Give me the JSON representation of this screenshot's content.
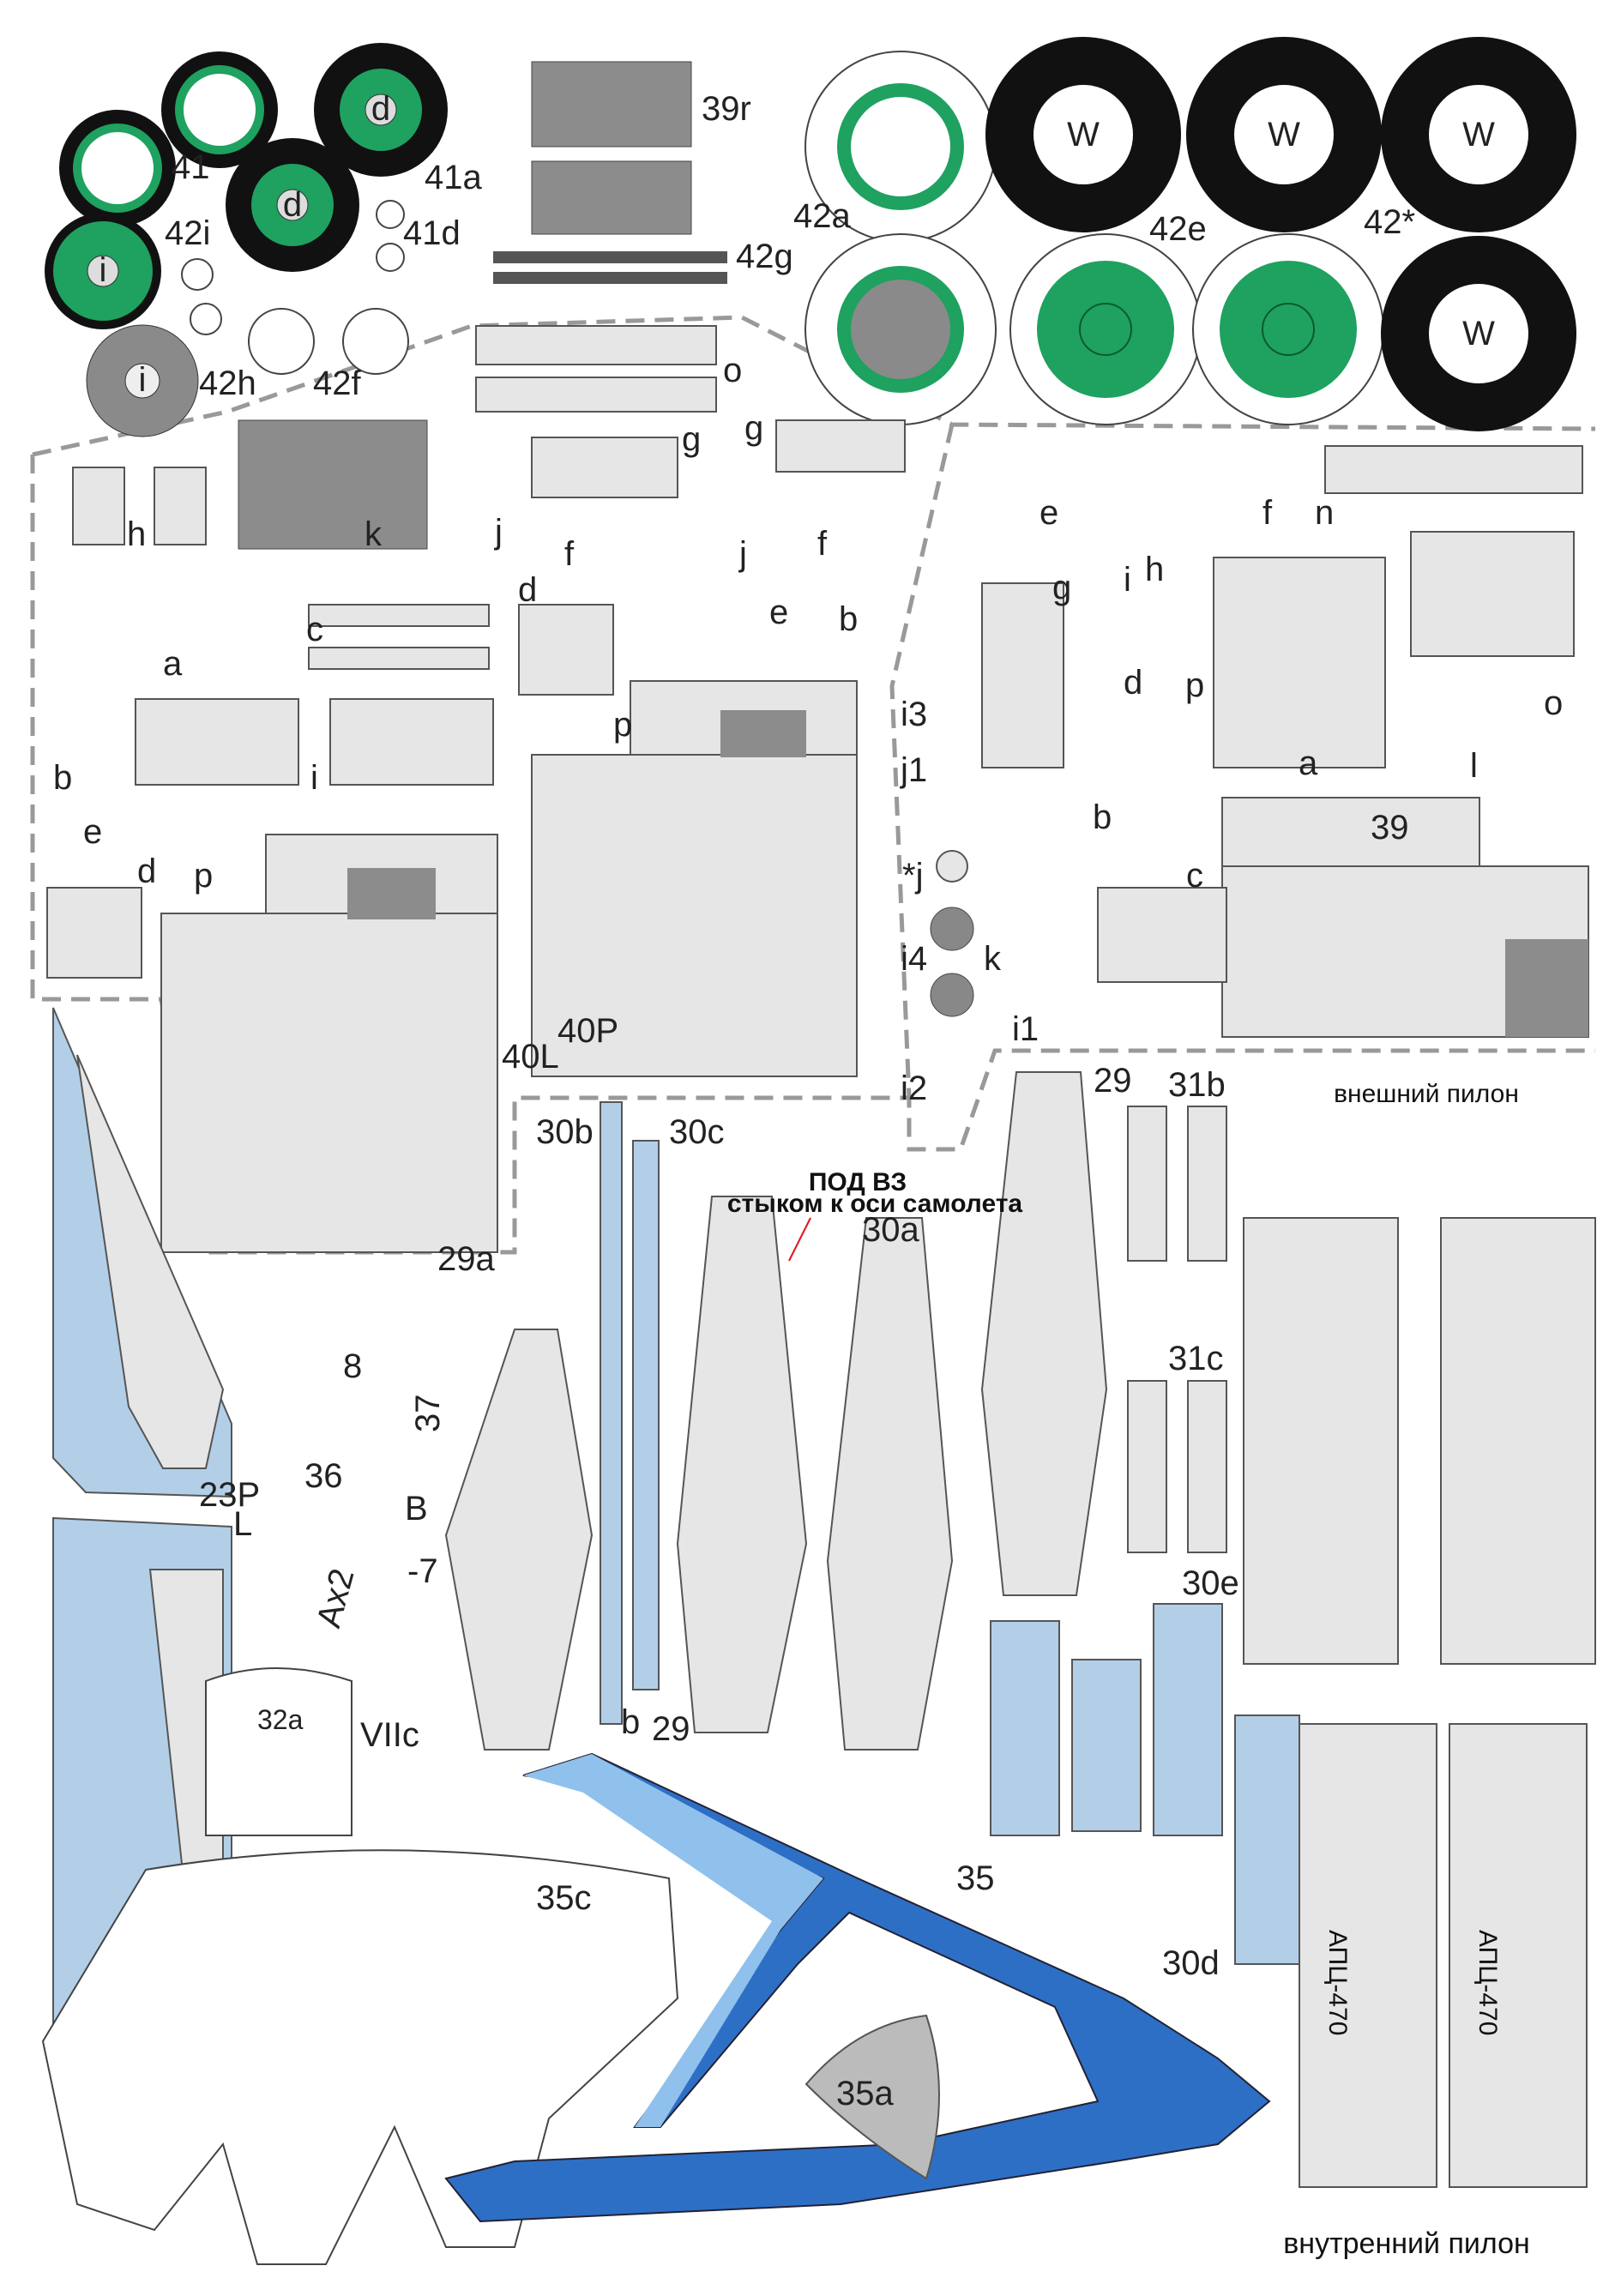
{
  "sheet": {
    "wheels_small": [
      "41",
      "41a",
      "42i",
      "41d",
      "42h",
      "42f",
      "d",
      "d",
      "i",
      "i"
    ],
    "wheels_large": {
      "label_a": "42a",
      "label_e": "42e",
      "label_star": "42*",
      "w": "W"
    },
    "top_parts": {
      "r39": "39r",
      "g42": "42g",
      "o": "o",
      "g1": "g",
      "g2": "g",
      "h": "h",
      "k": "k",
      "j1": "j",
      "f1": "f",
      "j2": "j",
      "f2": "f",
      "e": "e",
      "f3": "f",
      "n": "n"
    },
    "mid_left": {
      "a": "a",
      "c": "c",
      "d": "d",
      "e": "e",
      "b": "b",
      "b2": "b",
      "i": "i",
      "p": "p",
      "e2": "e",
      "d2": "d",
      "p2": "p",
      "l40": "40L",
      "p40": "40P"
    },
    "mid_right": {
      "g": "g",
      "i": "i",
      "h": "h",
      "d": "d",
      "p": "p",
      "a": "a",
      "i3": "i3",
      "j1": "j1",
      "b": "b",
      "l": "l",
      "o": "o",
      "n39": "39",
      "c": "c",
      "j": "*j",
      "i4": "i4",
      "k": "k",
      "i1": "i1",
      "i2": "i2"
    },
    "lower": {
      "n29": "29",
      "b31": "31b",
      "c31": "31c",
      "b30": "30b",
      "c30": "30c",
      "a30": "30a",
      "a29": "29a",
      "n8": "8",
      "n37": "37",
      "n36": "36",
      "B": "B",
      "p23": "23P",
      "L": "L",
      "n7": "-7",
      "ax2": "Ax2",
      "a32": "32a",
      "vii": "VIIc",
      "e30": "30e",
      "d30": "30d",
      "n29b": "29",
      "b": "b",
      "n35": "35",
      "c35": "35c",
      "a35": "35a"
    },
    "notes": {
      "red1": "ПОД ВЗ",
      "red2": "стыком к оси самолета",
      "outer_pylon": "внешний пилон",
      "inner_pylon": "внутренний пилон",
      "missile": "АПЦ-470"
    },
    "colors": {
      "green": "#1fa160",
      "blue_light": "#b3cfe8",
      "blue_dark": "#2e6fc6",
      "grey": "#8a8a8a"
    }
  }
}
